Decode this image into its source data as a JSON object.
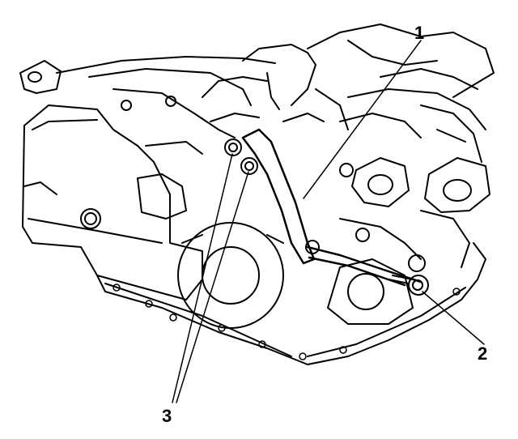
{
  "callouts": [
    {
      "id": "1",
      "text": "1"
    },
    {
      "id": "2",
      "text": "2"
    },
    {
      "id": "3",
      "text": "3"
    }
  ],
  "colors": {
    "ink": "#000000",
    "background": "#ffffff"
  }
}
